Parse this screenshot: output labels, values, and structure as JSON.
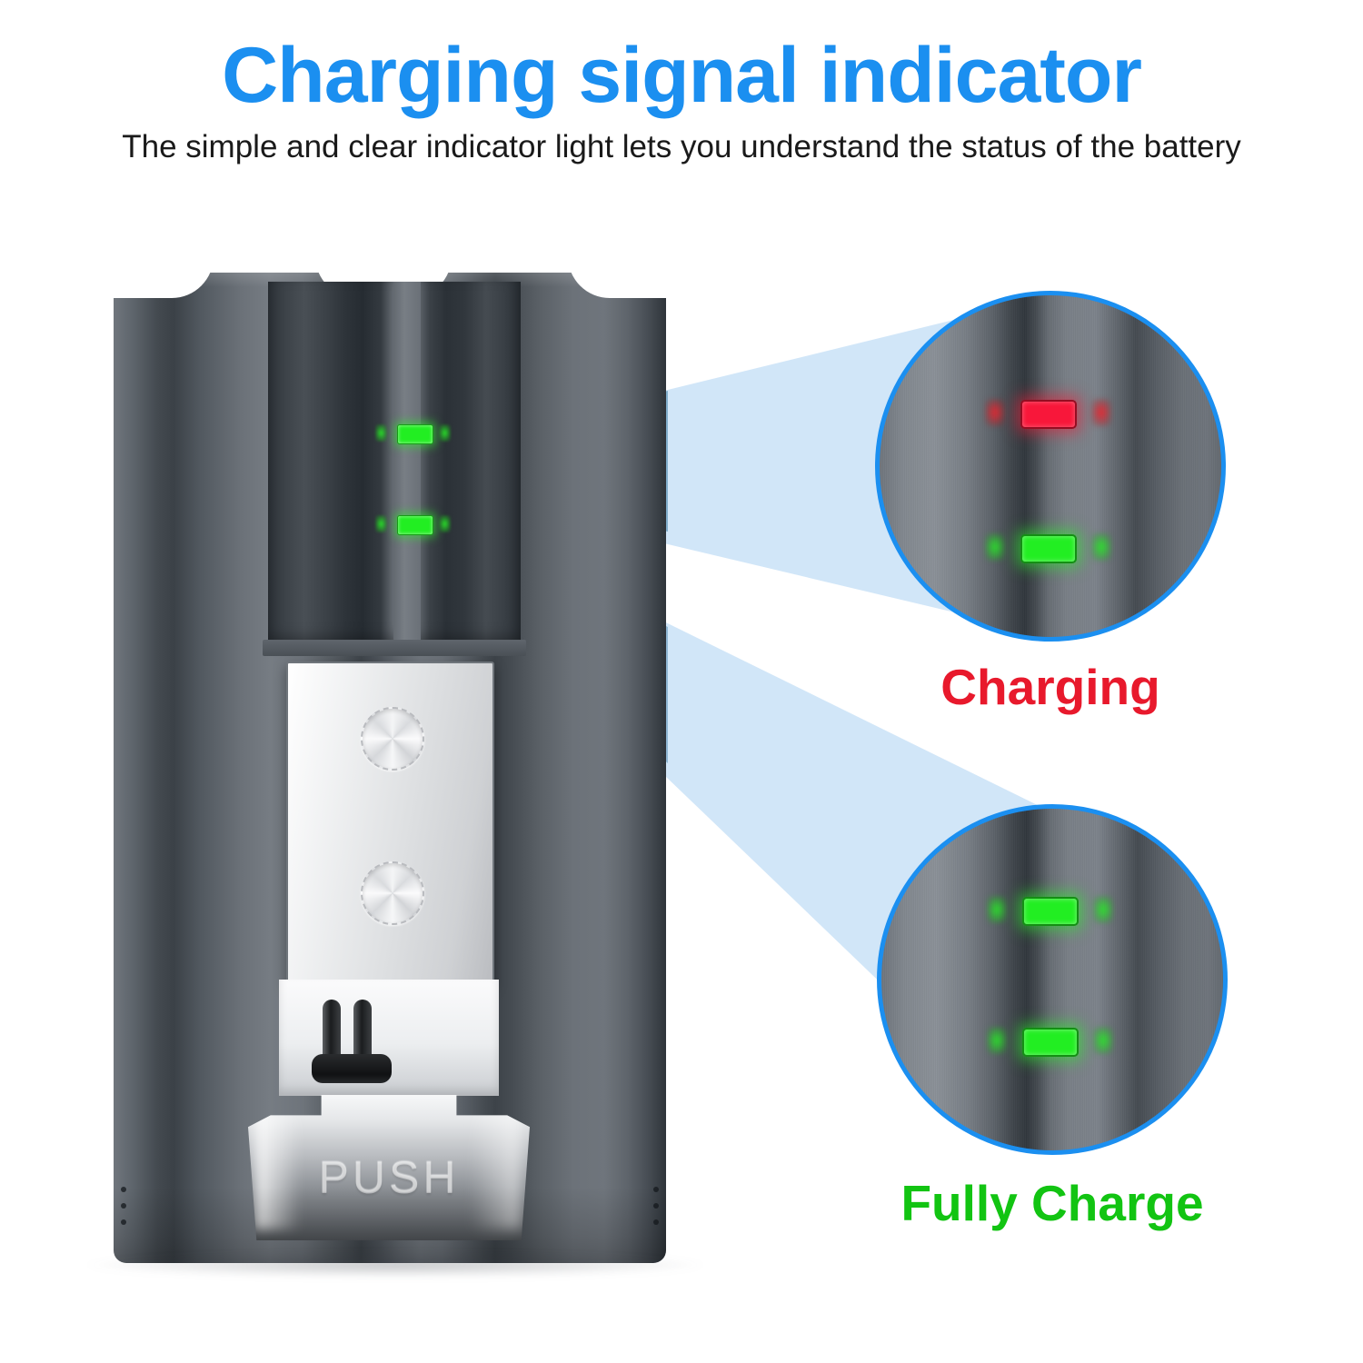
{
  "header": {
    "title": "Charging signal indicator",
    "subtitle": "The simple and clear indicator light lets you understand the status of the battery",
    "title_color": "#1B8FF0",
    "subtitle_color": "#1a1a1a"
  },
  "product": {
    "name": "battery-charging-dock",
    "release_tab_label": "PUSH",
    "body_color": "#5d646b",
    "plate_color": "#e8eaec",
    "indicator_state": "both-green"
  },
  "callouts": [
    {
      "id": "charging",
      "label": "Charging",
      "label_color": "#E8192C",
      "border_color": "#1B8FF0",
      "leds": [
        {
          "slot": "top",
          "color": "#F8173A",
          "state": "red"
        },
        {
          "slot": "bottom",
          "color": "#22EE22",
          "state": "green"
        }
      ]
    },
    {
      "id": "fully-charge",
      "label": "Fully Charge",
      "label_color": "#12C412",
      "border_color": "#1B8FF0",
      "leds": [
        {
          "slot": "top",
          "color": "#22EE22",
          "state": "green"
        },
        {
          "slot": "bottom",
          "color": "#22EE22",
          "state": "green"
        }
      ]
    }
  ],
  "beam": {
    "color": "#CFE5F8",
    "name": "magnifier-beam"
  }
}
